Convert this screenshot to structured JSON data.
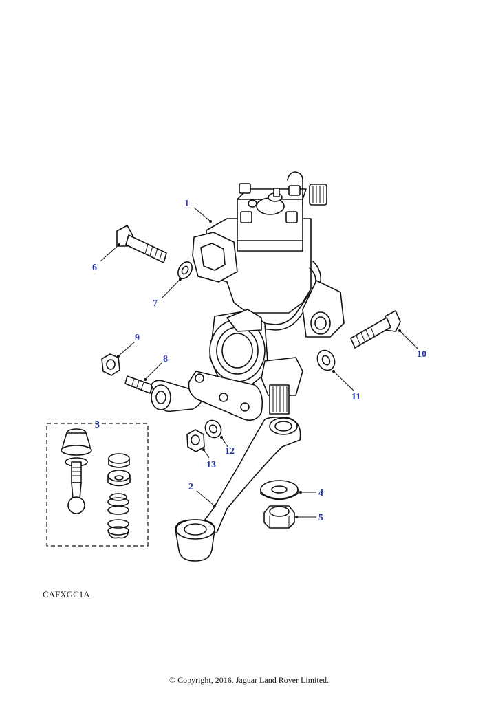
{
  "diagram": {
    "callouts": [
      {
        "number": "1"
      },
      {
        "number": "2"
      },
      {
        "number": "3"
      },
      {
        "number": "4"
      },
      {
        "number": "5"
      },
      {
        "number": "6"
      },
      {
        "number": "7"
      },
      {
        "number": "8"
      },
      {
        "number": "9"
      },
      {
        "number": "10"
      },
      {
        "number": "11"
      },
      {
        "number": "12"
      },
      {
        "number": "13"
      }
    ],
    "figure_code": "CAFXGC1A",
    "copyright": "© Copyright, 2016. Jaguar Land Rover Limited.",
    "colors": {
      "callout": "#2233aa",
      "line": "#111111",
      "background": "#ffffff"
    }
  }
}
